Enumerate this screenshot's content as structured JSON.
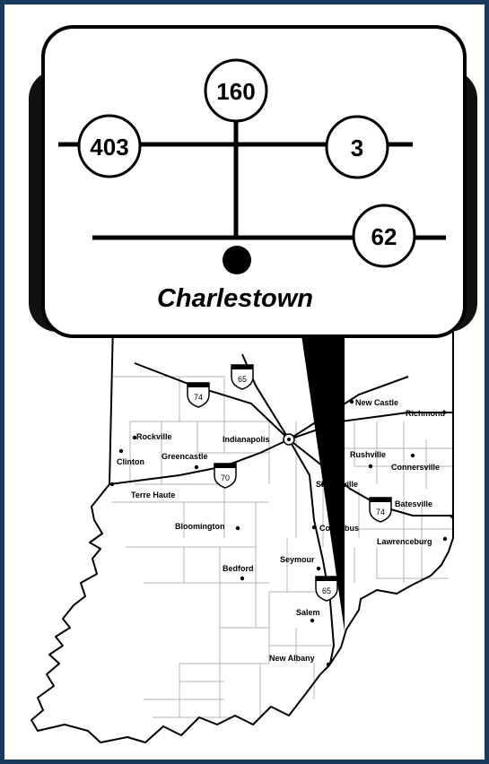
{
  "callout": {
    "town": "Charlestown",
    "routes": [
      "160",
      "403",
      "3",
      "62"
    ]
  },
  "cities": [
    {
      "name": "New Castle"
    },
    {
      "name": "Richmond"
    },
    {
      "name": "Rockville"
    },
    {
      "name": "Indianapolis"
    },
    {
      "name": "Clinton"
    },
    {
      "name": "Greencastle"
    },
    {
      "name": "Rushville"
    },
    {
      "name": "Connersville"
    },
    {
      "name": "Shelbyville"
    },
    {
      "name": "Terre Haute"
    },
    {
      "name": "Batesville"
    },
    {
      "name": "Bloomington"
    },
    {
      "name": "Columbus"
    },
    {
      "name": "Lawrenceburg"
    },
    {
      "name": "Seymour"
    },
    {
      "name": "Bedford"
    },
    {
      "name": "Salem"
    },
    {
      "name": "New Albany"
    }
  ],
  "interstates": [
    "65",
    "74",
    "70",
    "74",
    "65"
  ],
  "colors": {
    "frame": "#1a3a5c",
    "callout_fill": "#ffffff",
    "callout_shadow": "#111111",
    "map_border": "#000000",
    "county_lines": "#b5b5b5"
  }
}
